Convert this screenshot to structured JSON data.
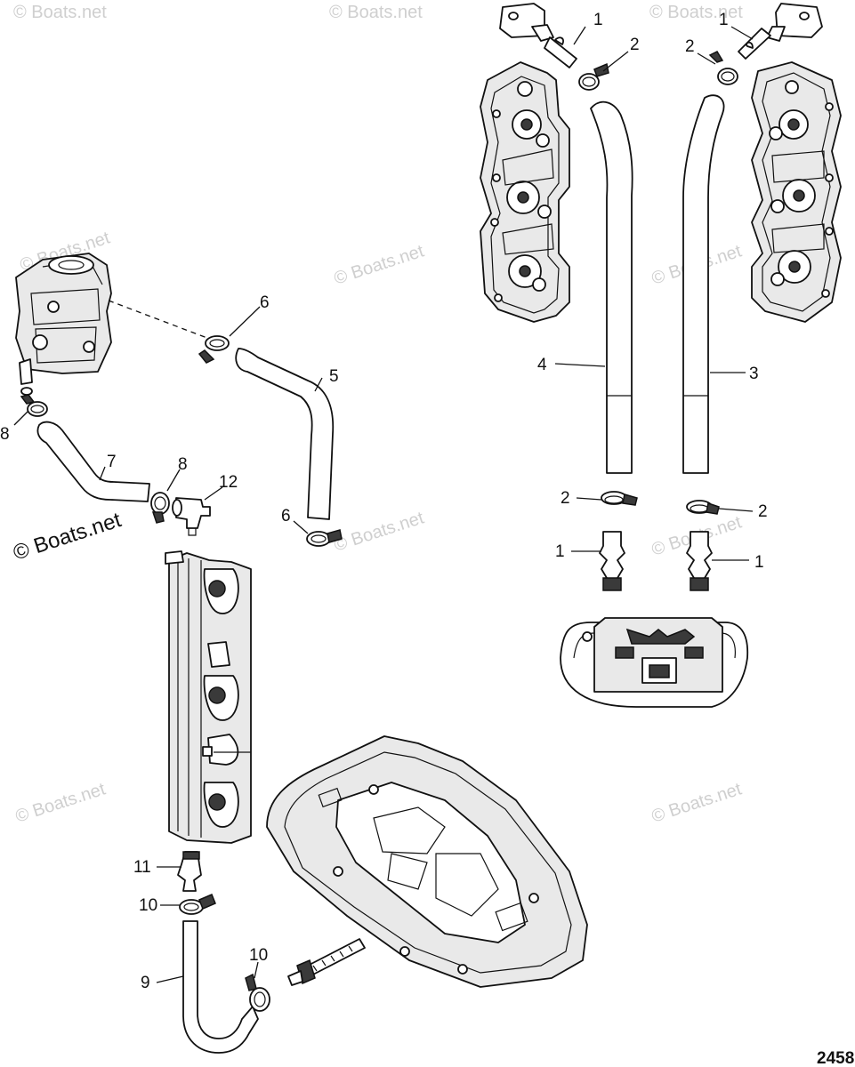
{
  "watermark_text": "© Boats.net",
  "callouts": {
    "c1a": "1",
    "c1b": "1",
    "c1c": "1",
    "c1d": "1",
    "c2a": "2",
    "c2b": "2",
    "c2c": "2",
    "c2d": "2",
    "c3": "3",
    "c4": "4",
    "c5": "5",
    "c6a": "6",
    "c6b": "6",
    "c7": "7",
    "c8a": "8",
    "c8b": "8",
    "c9": "9",
    "c10a": "10",
    "c10b": "10",
    "c11": "11",
    "c12": "12"
  },
  "figure_number": "2458"
}
